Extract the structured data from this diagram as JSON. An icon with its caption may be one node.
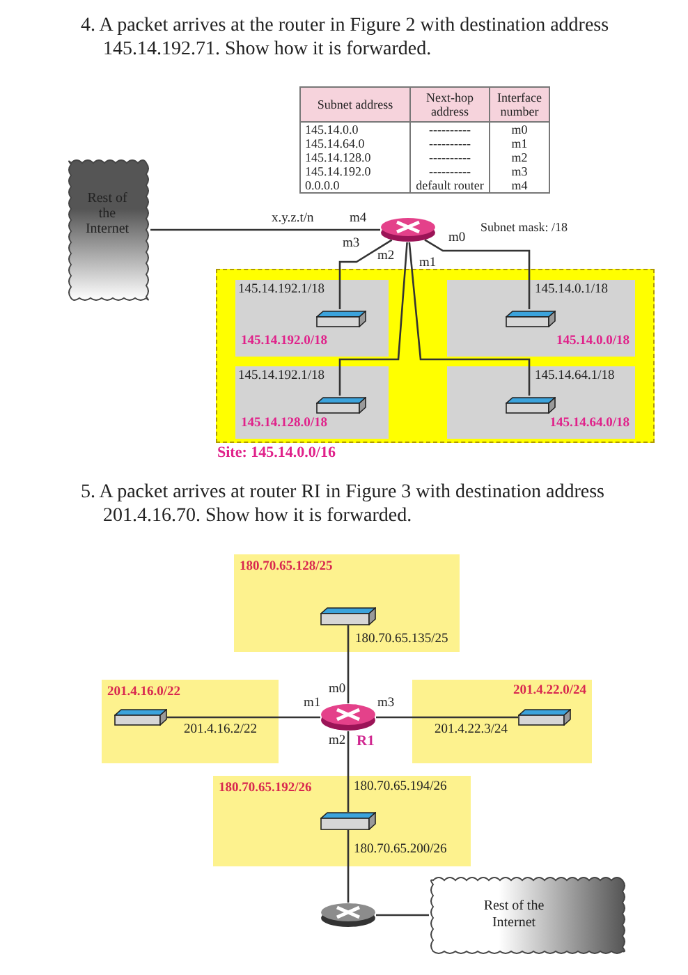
{
  "diagram": {
    "nodes": [
      {
        "text": [
          "Rest of the Internet"
        ]
      },
      {
        "text": [],
        "shape": "router"
      },
      {
        "text": [
          "Site: 145.14.0.0/16"
        ]
      },
      {
        "text": [
          "145.14.192.0/18"
        ],
        "in": 2
      },
      {
        "text": [],
        "shape": "switch",
        "in": 3
      },
      {
        "text": [
          "145.14.0.0/18"
        ],
        "in": 2
      },
      {
        "text": [],
        "shape": "switch",
        "in": 5
      },
      {
        "text": [
          "145.14.128.0/18"
        ],
        "in": 2
      },
      {
        "text": [],
        "shape": "switch",
        "in": 7
      },
      {
        "text": [
          "145.14.64.0/18"
        ],
        "in": 2
      },
      {
        "text": [],
        "shape": "switch",
        "in": 9
      },
      {
        "text": [
          "180.70.65.128/25"
        ]
      },
      {
        "text": [],
        "shape": "switch",
        "in": 11
      },
      {
        "text": [
          "201.4.16.0/22"
        ]
      },
      {
        "text": [],
        "shape": "switch",
        "in": 13
      },
      {
        "text": [
          "201.4.22.0/24"
        ]
      },
      {
        "text": [],
        "shape": "switch",
        "in": 15
      },
      {
        "text": [],
        "shape": "router",
        "beside": [
          "R1"
        ]
      },
      {
        "text": [
          "180.70.65.192/26"
        ]
      },
      {
        "text": [],
        "shape": "switch",
        "in": 18
      },
      {
        "text": [],
        "shape": "router"
      },
      {
        "text": [
          "Rest of the Internet"
        ]
      }
    ],
    "edges": [
      {
        "from": 0,
        "to": 1,
        "arrow": "none",
        "label": "x.y.z.t/n"
      },
      {
        "from": 1,
        "to": 4,
        "arrow": "none",
        "label": "145.14.192.1/18"
      },
      {
        "from": 1,
        "to": 8,
        "arrow": "none",
        "label": "145.14.192.1/18"
      },
      {
        "from": 1,
        "to": 10,
        "arrow": "none",
        "label": "145.14.64.1/18"
      },
      {
        "from": 1,
        "to": 6,
        "arrow": "none",
        "label": "145.14.0.1/18"
      },
      {
        "from": 17,
        "to": 12,
        "arrow": "none",
        "label": "180.70.65.135/25"
      },
      {
        "from": 17,
        "to": 14,
        "arrow": "none",
        "label": "201.4.16.2/22"
      },
      {
        "from": 17,
        "to": 16,
        "arrow": "none",
        "label": "201.4.22.3/24"
      },
      {
        "from": 17,
        "to": 19,
        "arrow": "none",
        "label": "180.70.65.194/26"
      },
      {
        "from": 19,
        "to": 20,
        "arrow": "none",
        "label": "180.70.65.200/26"
      },
      {
        "from": 20,
        "to": 21,
        "arrow": "none"
      }
    ],
    "labels": [
      "4. A packet arrives at the router in Figure 2 with destination address 145.14.192.71. Show how it is forwarded.",
      "Subnet address",
      "Next-hop address",
      "Interface number",
      "145.14.0.0",
      "----------",
      "m0",
      "145.14.64.0",
      "----------",
      "m1",
      "145.14.128.0",
      "----------",
      "m2",
      "145.14.192.0",
      "----------",
      "m3",
      "0.0.0.0",
      "default router",
      "m4",
      "m4",
      "Subnet mask: /18",
      "m3",
      "m0",
      "m2",
      "m1",
      "5. A packet arrives at router RI in Figure 3 with destination address 201.4.16.70. Show how it is forwarded.",
      "m0",
      "m1",
      "m3",
      "m2"
    ]
  }
}
